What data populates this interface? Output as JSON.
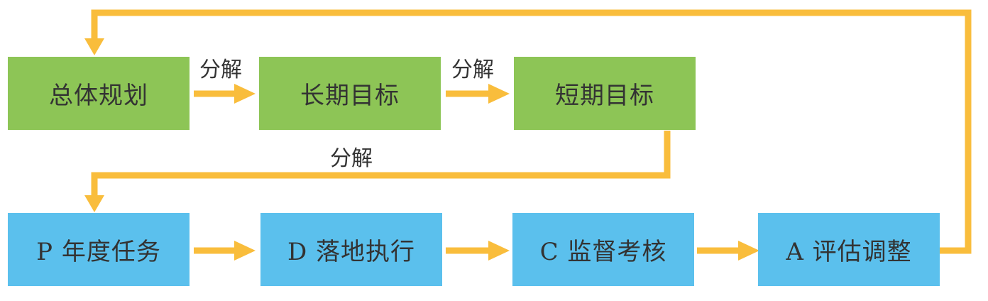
{
  "colors": {
    "arrow": "#f9bd3c",
    "green_box": "#8dc556",
    "blue_box": "#5bc0ed",
    "text": "#333333"
  },
  "top_row": [
    {
      "label": "总体规划"
    },
    {
      "label": "长期目标"
    },
    {
      "label": "短期目标"
    }
  ],
  "bottom_row": [
    {
      "label": "P 年度任务"
    },
    {
      "label": "D 落地执行"
    },
    {
      "label": "C 监督考核"
    },
    {
      "label": "A 评估调整"
    }
  ],
  "edge_labels": {
    "plan_to_long": "分解",
    "long_to_short": "分解",
    "short_to_task": "分解"
  }
}
